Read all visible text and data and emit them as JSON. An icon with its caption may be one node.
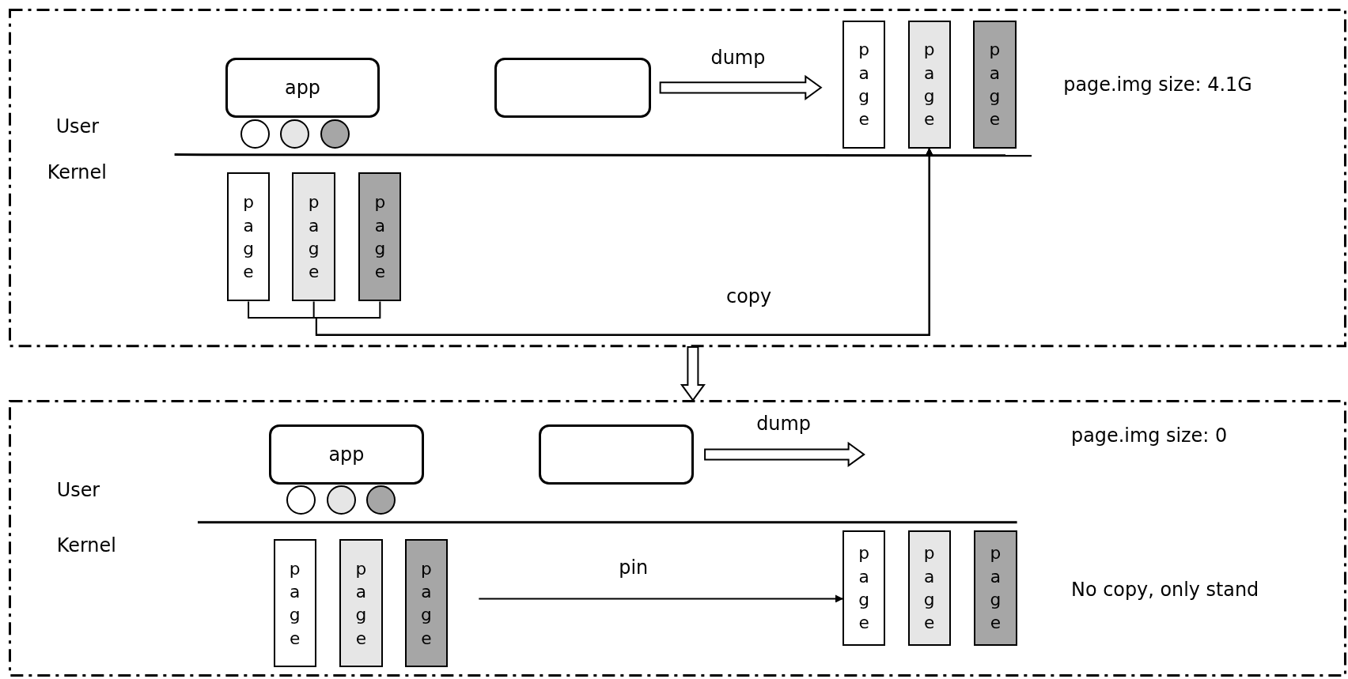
{
  "diagram": {
    "nodes": [
      {
        "text": [],
        "shape": "box"
      },
      {
        "text": [
          "app"
        ],
        "in": 0
      },
      {
        "text": [],
        "shape": "circle",
        "in": 0
      },
      {
        "text": [],
        "shape": "circle",
        "in": 0
      },
      {
        "text": [],
        "shape": "circle",
        "in": 0
      },
      {
        "text": [],
        "shape": "box",
        "in": 0
      },
      {
        "text": [
          "page"
        ],
        "in": 0
      },
      {
        "text": [
          "page"
        ],
        "in": 0
      },
      {
        "text": [
          "page"
        ],
        "in": 0
      },
      {
        "text": [
          "page"
        ],
        "in": 0
      },
      {
        "text": [
          "page"
        ],
        "in": 0
      },
      {
        "text": [
          "page"
        ],
        "in": 0
      },
      {
        "text": [],
        "shape": "box"
      },
      {
        "text": [
          "app"
        ],
        "in": 12
      },
      {
        "text": [],
        "shape": "circle",
        "in": 12
      },
      {
        "text": [],
        "shape": "circle",
        "in": 12
      },
      {
        "text": [],
        "shape": "circle",
        "in": 12
      },
      {
        "text": [],
        "shape": "box",
        "in": 12
      },
      {
        "text": [
          "page"
        ],
        "in": 12
      },
      {
        "text": [
          "page"
        ],
        "in": 12
      },
      {
        "text": [
          "page"
        ],
        "in": 12
      },
      {
        "text": [
          "page"
        ],
        "in": 12
      },
      {
        "text": [
          "page"
        ],
        "in": 12
      },
      {
        "text": [
          "page"
        ],
        "in": 12
      }
    ],
    "edges": [
      {
        "from": 5,
        "to": 6,
        "arrow": "to",
        "label": "dump",
        "style": "thick"
      },
      {
        "from": 9,
        "to": 7,
        "arrow": "to",
        "label": "copy"
      },
      {
        "from": 10,
        "to": 7,
        "arrow": "to"
      },
      {
        "from": 11,
        "to": 7,
        "arrow": "to"
      },
      {
        "from": 0,
        "to": 12,
        "arrow": "to",
        "style": "thick"
      },
      {
        "from": 17,
        "to": null,
        "arrow": "to",
        "label": "dump",
        "style": "thick"
      },
      {
        "from": 20,
        "to": 21,
        "arrow": "to",
        "label": "pin"
      }
    ],
    "labels": [
      "page.img size: 4.1G",
      "User",
      "Kernel",
      "page.img size: 0",
      "User",
      "Kernel",
      "No copy, only stand"
    ]
  }
}
